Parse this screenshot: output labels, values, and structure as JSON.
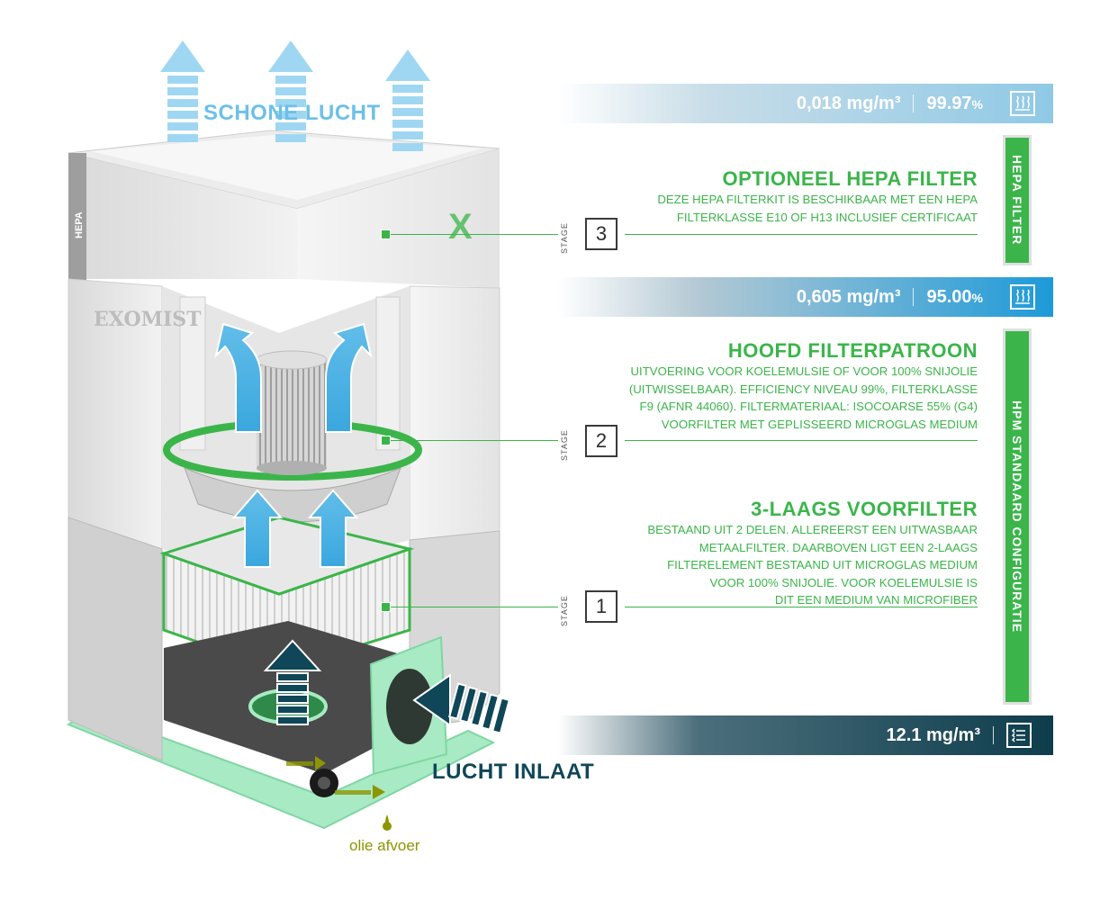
{
  "header": {
    "schone_lucht": "SCHONE LUCHT",
    "lucht_inlaat": "LUCHT INLAAT",
    "olie_afvoer": "olie afvoer"
  },
  "machine": {
    "brand": "EXOMIST",
    "side_label": "HEPA",
    "logo_letter": "X"
  },
  "bars": {
    "top": {
      "value": "0,018 mg/m³",
      "percent": "99.97",
      "percent_sign": "%"
    },
    "mid": {
      "value": "0,605 mg/m³",
      "percent": "95.00",
      "percent_sign": "%"
    },
    "bottom": {
      "value": "12.1 mg/m³"
    }
  },
  "stages": [
    {
      "number": "3",
      "word": "STAGE",
      "title": "OPTIONEEL HEPA FILTER",
      "lines": [
        "DEZE HEPA FILTERKIT IS BESCHIKBAAR MET EEN HEPA",
        "FILTERKLASSE E10 OF H13 INCLUSIEF CERTIFICAAT"
      ]
    },
    {
      "number": "2",
      "word": "STAGE",
      "title": "HOOFD FILTERPATROON",
      "lines": [
        "UITVOERING VOOR KOELEMULSIE OF VOOR 100% SNIJOLIE",
        "(UITWISSELBAAR). EFFICIENCY NIVEAU 99%, FILTERKLASSE",
        "F9 (AFNR 44060). FILTERMATERIAAL: ISOCOARSE 55% (G4)",
        "VOORFILTER MET GEPLISSEERD MICROGLAS MEDIUM"
      ]
    },
    {
      "number": "1",
      "word": "STAGE",
      "title": "3-LAAGS VOORFILTER",
      "lines": [
        "BESTAAND UIT 2 DELEN. ALLEREERST EEN UITWASBAAR",
        "METAALFILTER. DAARBOVEN LIGT EEN 2-LAAGS",
        "FILTERELEMENT BESTAAND UIT MICROGLAS MEDIUM",
        "VOOR 100% SNIJOLIE. VOOR KOELEMULSIE IS",
        "DIT EEN MEDIUM VAN MICROFIBER"
      ]
    }
  ],
  "bands": {
    "hepa": "HEPA FILTER",
    "hpm": "HPM STANDAARD CONFIGURATIE"
  },
  "colors": {
    "green": "#3bb54a",
    "light_blue": "#8fc9e6",
    "mid_blue": "#1d9ad8",
    "dark_blue": "#0e3d4c",
    "olive": "#8c9600"
  }
}
